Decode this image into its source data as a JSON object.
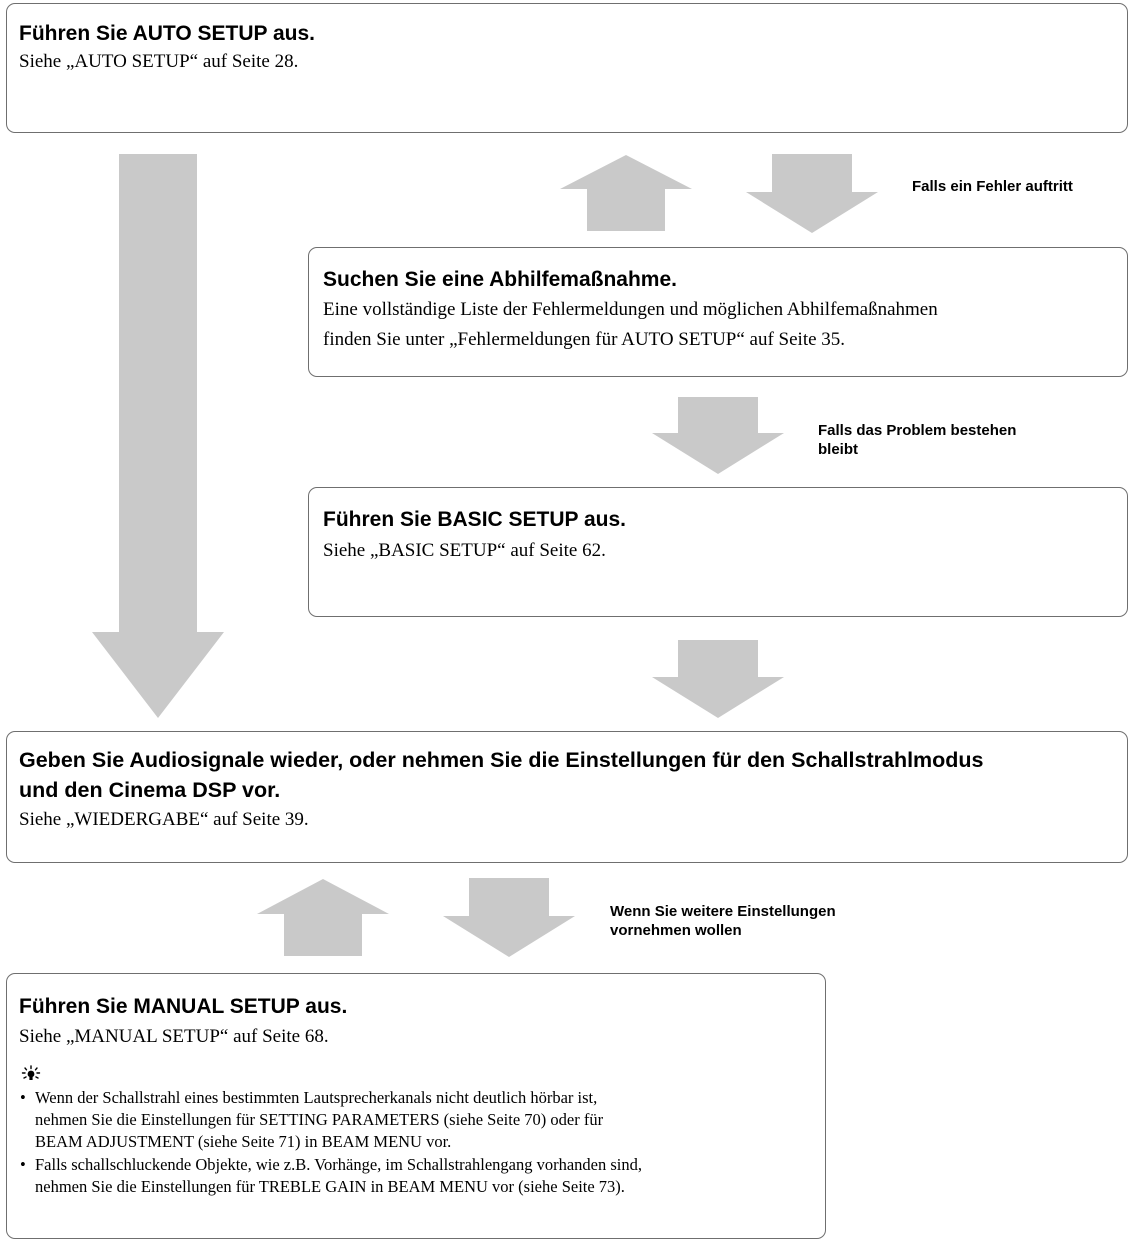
{
  "colors": {
    "arrow": "#c9c9c9",
    "border": "#6f6f6f",
    "text": "#000000"
  },
  "steps": {
    "auto": {
      "title": "Führen Sie AUTO SETUP aus.",
      "ref": "Siehe „AUTO SETUP“ auf Seite 28."
    },
    "remedy": {
      "title": "Suchen Sie eine Abhilfemaßnahme.",
      "line1": "Eine vollständige Liste der Fehlermeldungen und möglichen Abhilfemaßnahmen",
      "line2": "finden Sie unter „Fehlermeldungen für AUTO SETUP“ auf Seite 35."
    },
    "basic": {
      "title": "Führen Sie BASIC SETUP aus.",
      "ref": "Siehe „BASIC SETUP“ auf Seite 62."
    },
    "play": {
      "title_line1": "Geben Sie Audiosignale wieder, oder nehmen Sie die Einstellungen für den Schallstrahlmodus",
      "title_line2": "und den Cinema DSP vor.",
      "ref": "Siehe „WIEDERGABE“ auf Seite 39."
    },
    "manual": {
      "title": "Führen Sie MANUAL SETUP aus.",
      "ref": "Siehe „MANUAL SETUP“ auf Seite 68.",
      "tip_icon": "lightbulb-icon",
      "tips": [
        {
          "line1": "Wenn der Schallstrahl eines bestimmten Lautsprecherkanals nicht deutlich hörbar ist,",
          "line2": "nehmen Sie die Einstellungen für SETTING PARAMETERS (siehe Seite 70) oder für",
          "line3": "BEAM ADJUSTMENT (siehe Seite 71) in BEAM MENU vor."
        },
        {
          "line1": "Falls schallschluckende Objekte, wie z.B. Vorhänge, im Schallstrahlengang vorhanden sind,",
          "line2": "nehmen Sie die Einstellungen für TREBLE GAIN in BEAM MENU vor (siehe Seite 73)."
        }
      ]
    }
  },
  "labels": {
    "error": "Falls ein Fehler auftritt",
    "persist_line1": "Falls das Problem bestehen",
    "persist_line2": "bleibt",
    "more_line1": "Wenn Sie weitere Einstellungen",
    "more_line2": "vornehmen wollen"
  }
}
